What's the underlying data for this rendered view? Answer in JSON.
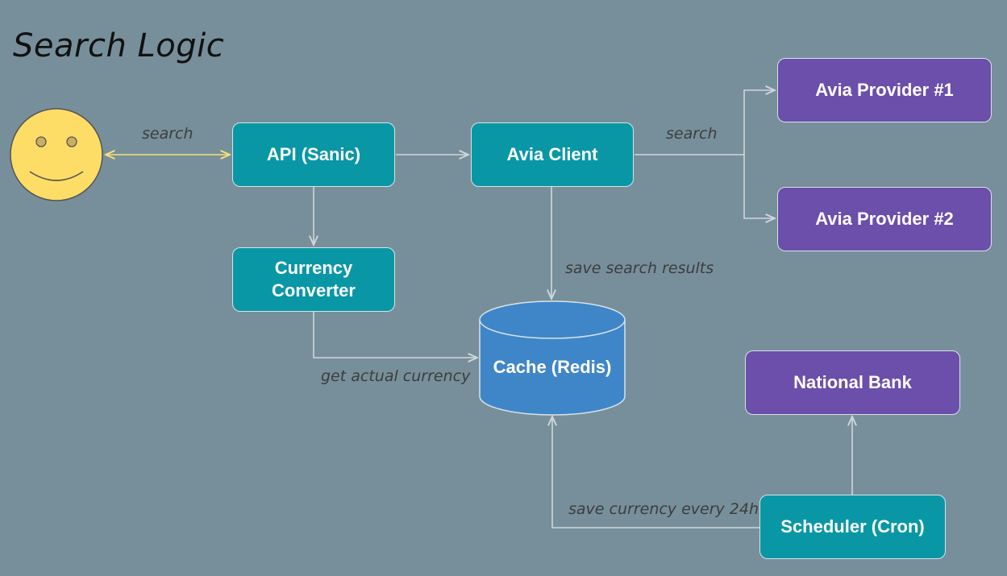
{
  "title": "Search Logic",
  "nodes": {
    "user": {
      "label": "",
      "icon": "smiley-face-icon",
      "color": "#fedd67"
    },
    "api": {
      "label": "API (Sanic)"
    },
    "avia_client": {
      "label": "Avia Client"
    },
    "avia_provider_1": {
      "label": "Avia Provider #1"
    },
    "avia_provider_2": {
      "label": "Avia Provider #2"
    },
    "currency_converter": {
      "label": "Currency\nConverter"
    },
    "cache": {
      "label": "Cache (Redis)"
    },
    "national_bank": {
      "label": "National Bank"
    },
    "scheduler": {
      "label": "Scheduler (Cron)"
    }
  },
  "edges": {
    "user_api": {
      "label": "search"
    },
    "client_providers": {
      "label": "search"
    },
    "client_cache": {
      "label": "save search results"
    },
    "converter_cache": {
      "label": "get actual currency"
    },
    "scheduler_cache": {
      "label": "save currency every 24h"
    }
  },
  "colors": {
    "background": "#778f9b",
    "service": "#0997a6",
    "external": "#6c4eab",
    "database": "#3f86c8",
    "arrow": "#d0d6da",
    "user_arrow": "#f7e07a"
  }
}
